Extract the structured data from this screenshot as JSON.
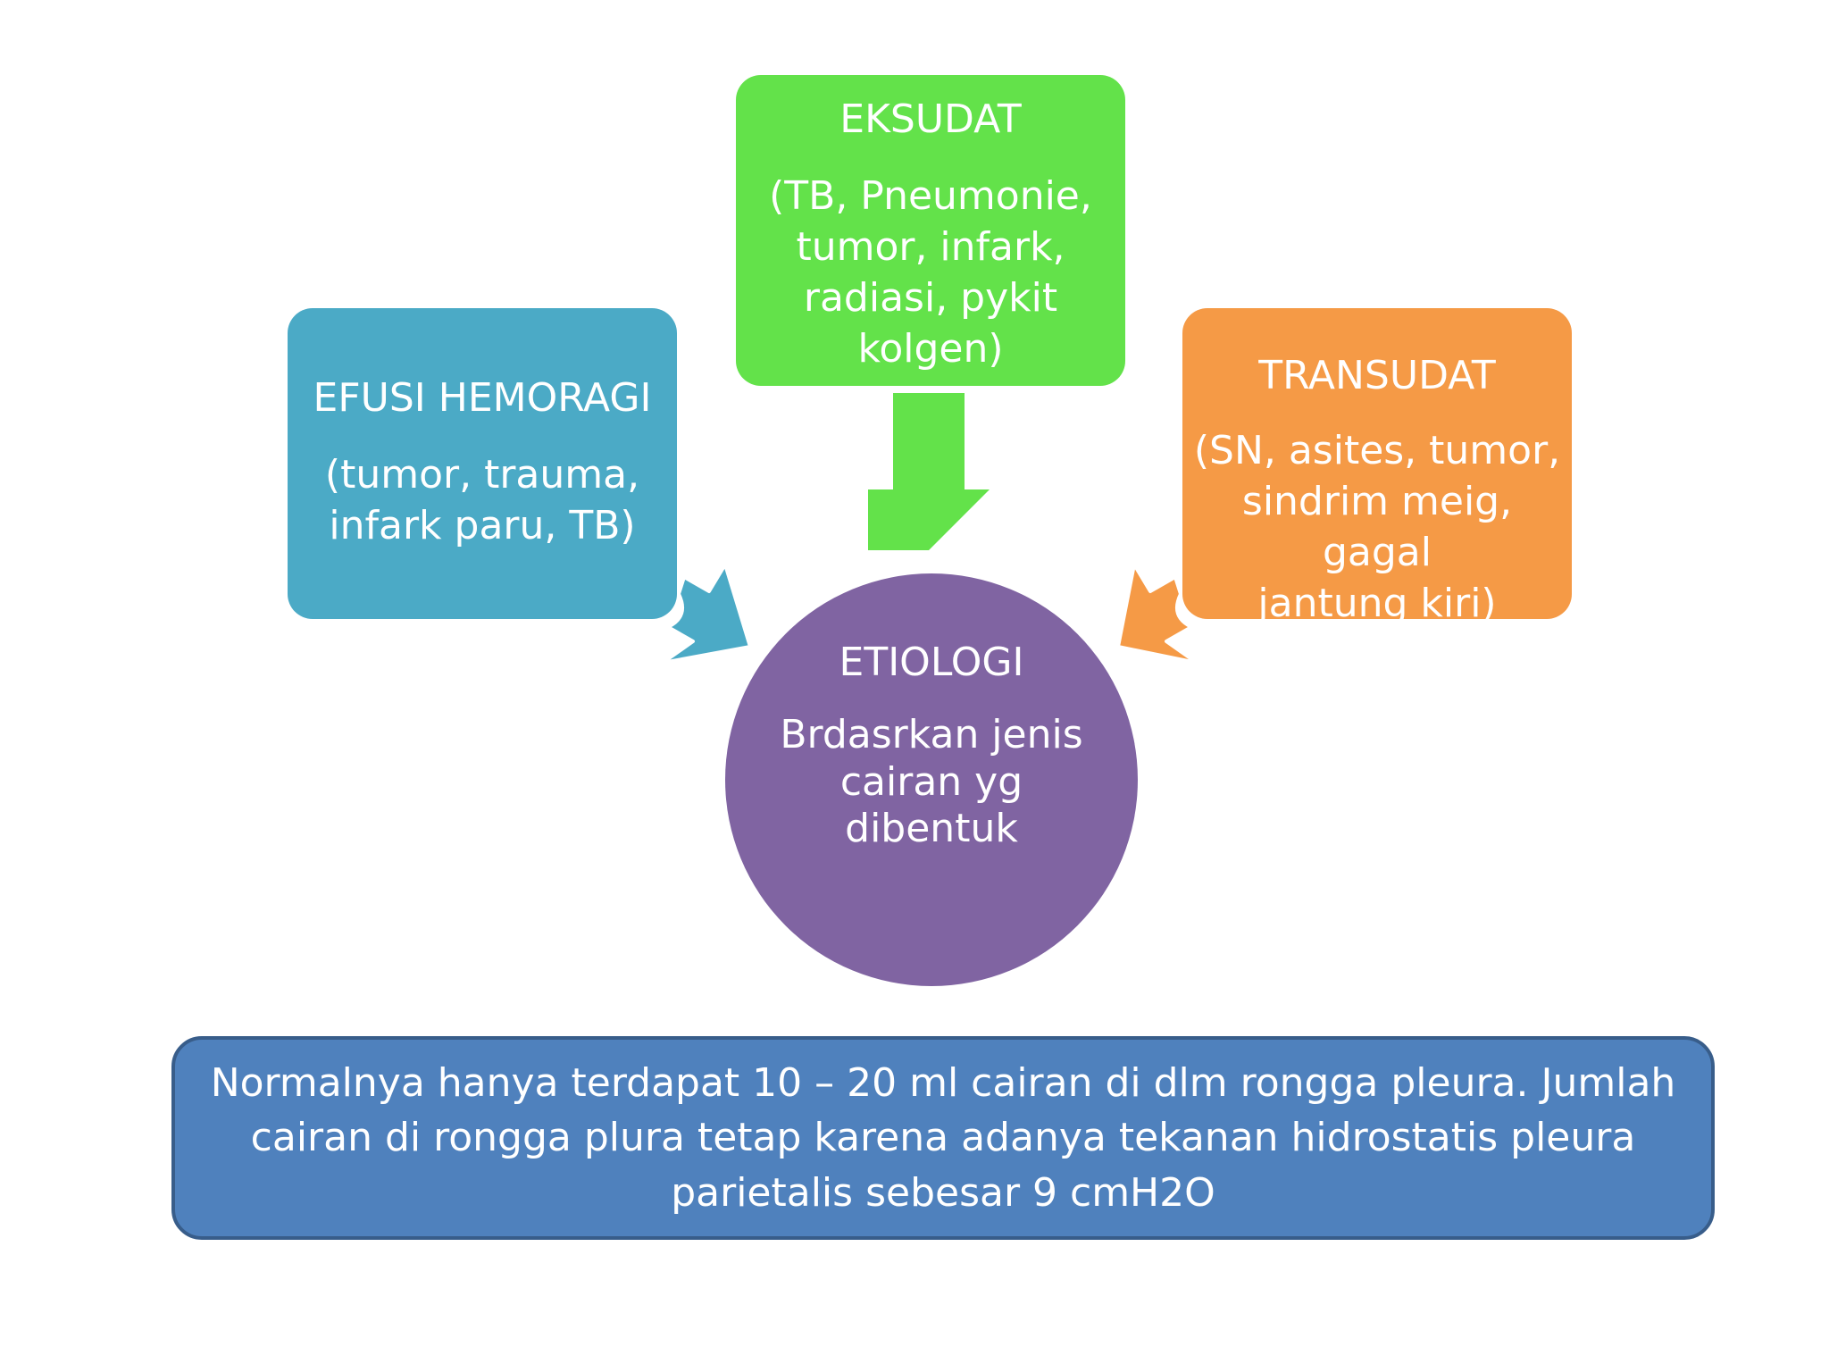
{
  "nodes": {
    "eksudat": {
      "title": "EKSUDAT",
      "body": "(TB, Pneumonie,\ntumor, infark,\nradiasi, pykit\nkolgen)"
    },
    "hemoragi": {
      "title": "EFUSI HEMORAGI",
      "body": "(tumor, trauma,\ninfark paru, TB)"
    },
    "transudat": {
      "title": "TRANSUDAT",
      "body": "(SN, asites, tumor,\nsindrim meig, gagal\njantung kiri)"
    },
    "etiologi": {
      "title": "ETIOLOGI",
      "body": "Brdasrkan jenis\ncairan yg\ndibentuk"
    }
  },
  "note": {
    "text": "Normalnya hanya terdapat 10 – 20 ml cairan di dlm rongga pleura. Jumlah cairan di rongga plura tetap karena adanya tekanan hidrostatis pleura parietalis sebesar 9 cmH2O"
  },
  "colors": {
    "eksudat": "#63e24a",
    "hemoragi": "#4baac6",
    "transudat": "#f59a46",
    "etiologi": "#8064a2",
    "note": "#4f81bd",
    "note_border": "#385d8a"
  }
}
